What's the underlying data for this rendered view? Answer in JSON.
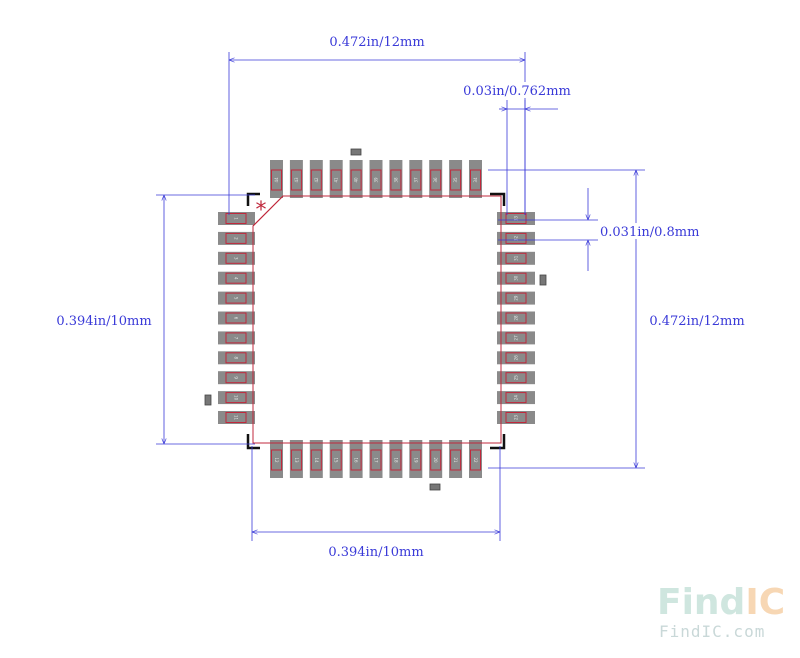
{
  "dimensions": {
    "top_width": "0.472in/12mm",
    "pitch": "0.03in/0.762mm",
    "pad_width": "0.031in/0.8mm",
    "left_height": "0.394in/10mm",
    "right_height": "0.472in/12mm",
    "bottom_width": "0.394in/10mm"
  },
  "pin1_marker": "*",
  "package": {
    "pins_per_side": 11,
    "total_pins": 44
  },
  "watermark": {
    "logo_find": "Find",
    "logo_ic": "IC",
    "url": "FindIC.com"
  },
  "colors": {
    "dimension_line": "#3a3ad8",
    "pad_fill": "#8a8a8a",
    "pad_outline": "#c0283c",
    "body_outline": "#111111",
    "pin1_marker": "#c0283c",
    "watermark_find": "#cfe6df",
    "watermark_ic": "#f7d7b4"
  }
}
